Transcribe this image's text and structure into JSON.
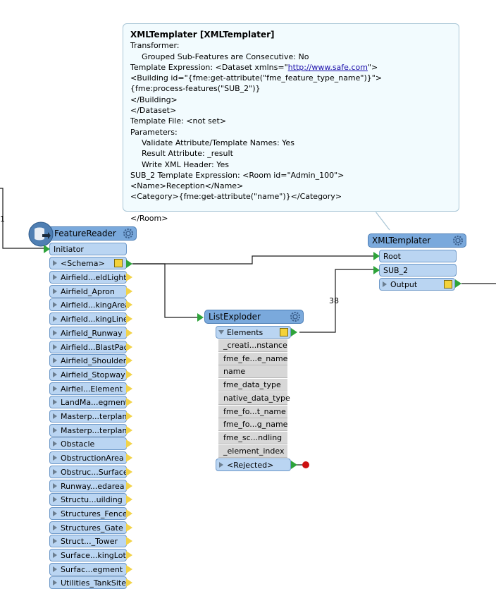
{
  "canvas": {
    "wire_color": "#1a1a1a",
    "node_header_color": "#7aa9dc",
    "port_color": "#bad5f2",
    "attr_row_color": "#d7d7d7",
    "tooltip_bg": "#f2fbfe"
  },
  "edge_label_left": "1",
  "tooltip": {
    "title": "XMLTemplater [XMLTemplater]",
    "transformer_label": "Transformer:",
    "grouped_line": "Grouped Sub-Features are Consecutive: No",
    "template_expr_prefix": "Template Expression: <Dataset xmlns=\"",
    "template_expr_link": "http://www.safe.com",
    "template_expr_suffix": "\">",
    "building_line": "<Building id=\"{fme:get-attribute(\"fme_feature_type_name\")}\">",
    "process_line": "{fme:process-features(\"SUB_2\")}",
    "building_close": "</Building>",
    "dataset_close": "</Dataset>",
    "template_file": "Template File: <not set>",
    "parameters_label": "Parameters:",
    "validate_line": "Validate Attribute/Template Names: Yes",
    "result_line": "Result Attribute: _result",
    "write_line": "Write XML Header: Yes",
    "sub2_line": "SUB_2 Template Expression: <Room id=\"Admin_100\"><Name>Reception</Name>",
    "category_line": "<Category>{fme:get-attribute(\"name\")}</Category>",
    "room_close": "</Room>"
  },
  "feature_reader": {
    "title": "FeatureReader",
    "icon": "database-reader-icon",
    "initiator_label": "Initiator",
    "schema_label": "<Schema>",
    "ports": [
      "Airfield...eldLight",
      "Airfield_Apron",
      "Airfield...kingArea",
      "Airfield...kingLine",
      "Airfield_Runway",
      "Airfield...BlastPad",
      "Airfield_Shoulder",
      "Airfield_Stopway",
      "Airfiel...Element",
      "LandMa...egment",
      "Masterp...terplan",
      "Masterp...terplan",
      "Obstacle",
      "ObstructionArea",
      "Obstruc...Surface",
      "Runway...edarea",
      "Structu...uilding",
      "Structures_Fence",
      "Structures_Gate",
      "Struct..._Tower",
      "Surface...kingLot",
      "Surfac...egment",
      "Utilities_TankSite"
    ]
  },
  "list_exploder": {
    "title": "ListExploder",
    "elements_label": "Elements",
    "attributes": [
      "_creati...nstance",
      "fme_fe...e_name",
      "name",
      "fme_data_type",
      "native_data_type",
      "fme_fo...t_name",
      "fme_fo...g_name",
      "fme_sc...ndling",
      "_element_index"
    ],
    "rejected_label": "<Rejected>"
  },
  "xml_templater": {
    "title": "XMLTemplater",
    "root_label": "Root",
    "sub2_label": "SUB_2",
    "output_label": "Output",
    "feature_count": "38"
  }
}
